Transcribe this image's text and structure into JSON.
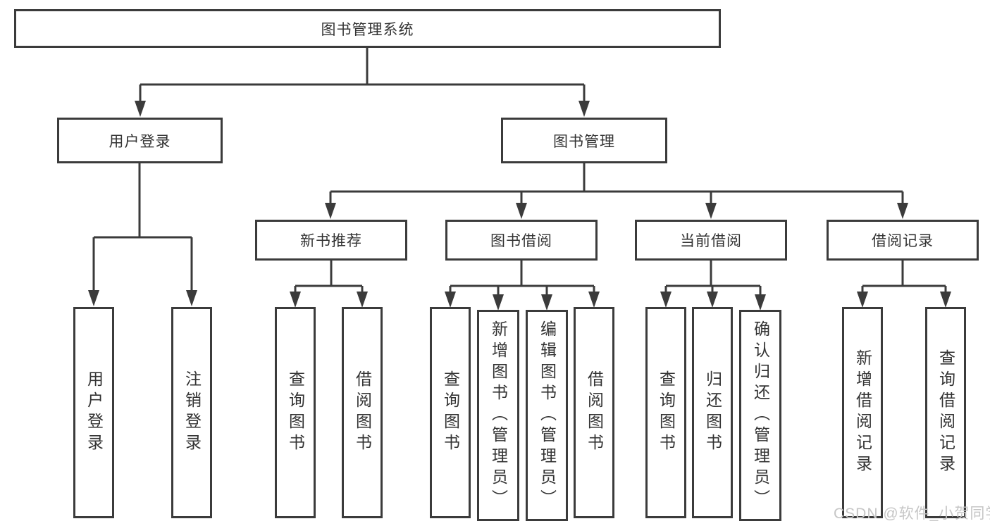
{
  "colors": {
    "line": "#3b3b3b",
    "box_border": "#3b3b3b",
    "text": "#333333",
    "watermark": "#c6c6c6",
    "background": "#ffffff"
  },
  "watermark": {
    "text": "CSDN @软件_小贺同学"
  },
  "diagram": {
    "root": {
      "label": "图书管理系统"
    },
    "branches": [
      {
        "label": "用户登录",
        "children": [
          {
            "label": "用户登录"
          },
          {
            "label": "注销登录"
          }
        ]
      },
      {
        "label": "图书管理",
        "children": [
          {
            "label": "新书推荐",
            "children": [
              {
                "label": "查询图书"
              },
              {
                "label": "借阅图书"
              }
            ]
          },
          {
            "label": "图书借阅",
            "children": [
              {
                "label": "查询图书"
              },
              {
                "label": "新增图书（管理员）"
              },
              {
                "label": "编辑图书（管理员）"
              },
              {
                "label": "借阅图书"
              }
            ]
          },
          {
            "label": "当前借阅",
            "children": [
              {
                "label": "查询图书"
              },
              {
                "label": "归还图书"
              },
              {
                "label": "确认归还（管理员）"
              }
            ]
          },
          {
            "label": "借阅记录",
            "children": [
              {
                "label": "新增借阅记录"
              },
              {
                "label": "查询借阅记录"
              }
            ]
          }
        ]
      }
    ]
  }
}
